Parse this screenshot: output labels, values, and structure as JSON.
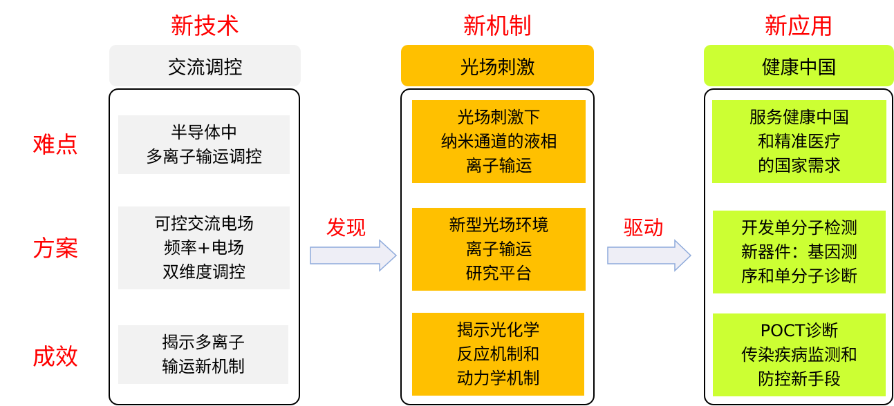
{
  "colors": {
    "label_red": "#ff0000",
    "tech_fill": "#f2f2f2",
    "mechanism_fill": "#ffc000",
    "application_fill": "#ccff33",
    "arrow_fill": "#eeeef6",
    "arrow_stroke": "#8eaadb"
  },
  "row_labels": [
    "难点",
    "方案",
    "成效"
  ],
  "columns": [
    {
      "title": "新技术",
      "header": "交流调控",
      "items": [
        {
          "lines": [
            "半导体中",
            "多离子输运调控"
          ]
        },
        {
          "lines": [
            "可控交流电场",
            "频率+电场",
            "双维度调控"
          ]
        },
        {
          "lines": [
            "揭示多离子",
            "输运新机制"
          ]
        }
      ]
    },
    {
      "title": "新机制",
      "header": "光场刺激",
      "items": [
        {
          "lines": [
            "光场刺激下",
            "纳米通道的液相",
            "离子输运"
          ]
        },
        {
          "lines": [
            "新型光场环境",
            "离子输运",
            "研究平台"
          ]
        },
        {
          "lines": [
            "揭示光化学",
            "反应机制和",
            "动力学机制"
          ]
        }
      ]
    },
    {
      "title": "新应用",
      "header": "健康中国",
      "items": [
        {
          "lines": [
            "服务健康中国",
            "和精准医疗",
            "的国家需求"
          ]
        },
        {
          "lines": [
            "开发单分子检测",
            "新器件：基因测",
            "序和单分子诊断"
          ]
        },
        {
          "lines": [
            "POCT诊断",
            "传染疾病监测和",
            "防控新手段"
          ]
        }
      ]
    }
  ],
  "arrows": [
    {
      "label": "发现",
      "icon": "right-arrow-icon"
    },
    {
      "label": "驱动",
      "icon": "right-arrow-icon"
    }
  ]
}
